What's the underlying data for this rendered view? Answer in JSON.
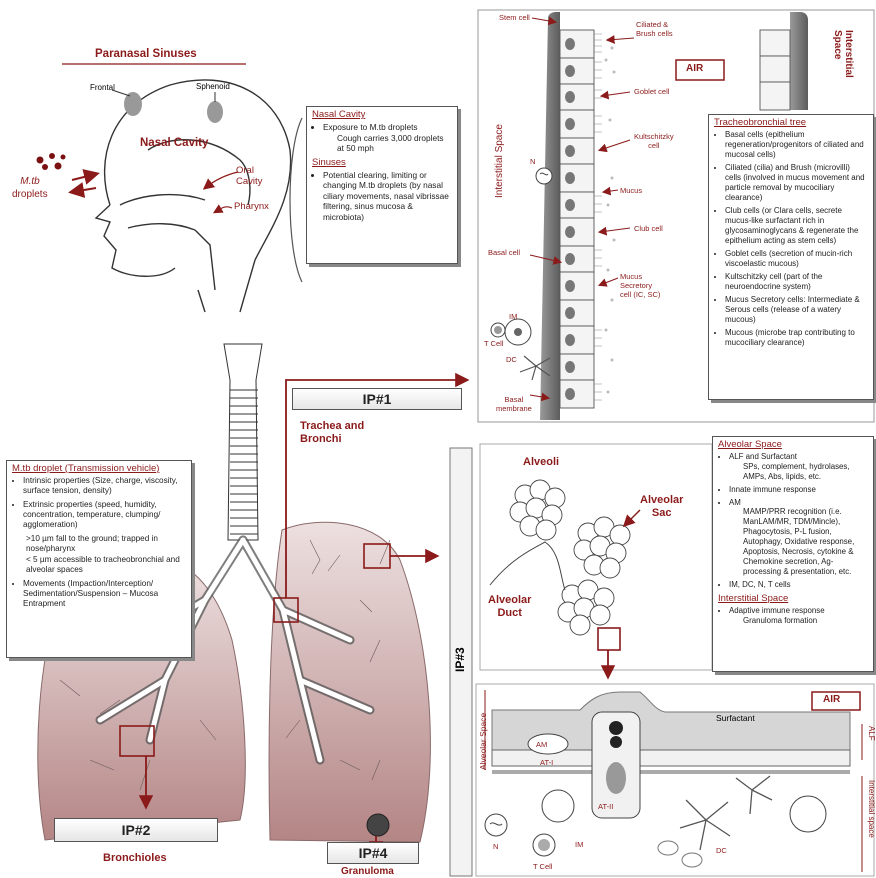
{
  "head": {
    "title": "Paranasal Sinuses",
    "frontal": "Frontal",
    "sphenoid": "Sphenoid",
    "nasal_cavity": "Nasal Cavity",
    "oral_cavity": "Oral\nCavity",
    "pharynx": "Pharynx",
    "mtb": "M.tb",
    "droplets": "droplets"
  },
  "nasal_box": {
    "title1": "Nasal Cavity",
    "item1": "Exposure to M.tb droplets",
    "item1b": "Cough carries 3,000 droplets at 50 mph",
    "title2": "Sinuses",
    "item2": "Potential clearing, limiting or changing M.tb droplets (by nasal ciliary movements, nasal vibrissae filtering, sinus mucosa & microbiota)"
  },
  "epithelium": {
    "stem_cell": "Stem cell",
    "ciliated": "Ciliated &\nBrush cells",
    "air": "AIR",
    "interstitial_left": "Interstitial Space",
    "interstitial_right": "Interstitial\nSpace",
    "goblet": "Goblet cell",
    "kultschitzky": "Kultschitzky\ncell",
    "n": "N",
    "mucus": "Mucus",
    "club": "Club cell",
    "basal": "Basal cell",
    "mucus_secretory": "Mucus\nSecretory\ncell (IC, SC)",
    "im": "IM",
    "tcell": "T Cell",
    "dc": "DC",
    "basal_membrane": "Basal\nmembrane"
  },
  "tracheo_box": {
    "title": "Tracheobronchial tree",
    "items": [
      "Basal cells (epithelium regeneration/progenitors of ciliated and mucosal cells)",
      "Ciliated (cilia) and Brush (microvilli) cells (involved in mucus movement and particle removal by mucociliary clearance)",
      "Club cells (or Clara cells, secrete mucus-like surfactant rich in glycosaminoglycans & regenerate the epithelium acting as stem cells)",
      "Goblet cells (secretion of mucin-rich viscoelastic mucous)",
      "Kultschitzky cell (part of the neuroendocrine system)",
      "Mucus Secretory cells: Intermediate & Serous cells (release of a watery mucous)",
      "Mucous (microbe trap contributing to mucociliary clearance)"
    ]
  },
  "ip1": "IP#1",
  "trachea": "Trachea and\nBronchi",
  "droplet_box": {
    "title": "M.tb droplet (Transmission vehicle)",
    "item1": "Intrinsic properties (Size, charge, viscosity, surface tension, density)",
    "item2": "Extrinsic properties (speed, humidity, concentration, temperature, clumping/ agglomeration)",
    "sub1": ">10 µm fall to the ground; trapped in nose/pharynx",
    "sub2": "< 5 µm accessible to tracheobronchial and alveolar spaces",
    "item3": "Movements (Impaction/Interception/ Sedimentation/Suspension – Mucosa Entrapment"
  },
  "alveoli": {
    "alveoli": "Alveoli",
    "sac": "Alveolar\nSac",
    "duct": "Alveolar\nDuct"
  },
  "ip3": "IP#3",
  "alveolar_box": {
    "title1": "Alveolar Space",
    "item1": "ALF and Surfactant",
    "item1b": "SPs, complement, hydrolases, AMPs, Abs, lipids, etc.",
    "item2": "Innate immune response",
    "item3": "AM",
    "item3b": "MAMP/PRR recognition (i.e. ManLAM/MR, TDM/Mincle), Phagocytosis, P-L fusion, Autophagy, Oxidative response, Apoptosis, Necrosis, cytokine & Chemokine secretion, Ag-processing & presentation, etc.",
    "item4": "IM, DC, N, T cells",
    "title2": "Interstitial Space",
    "item5": "Adaptive immune response",
    "item5b": "Granuloma formation"
  },
  "alv_detail": {
    "alveolar_space": "Alveolar Space",
    "air": "AIR",
    "surfactant": "Surfactant",
    "alf": "ALF",
    "interstitial": "Interstitial space",
    "am": "AM",
    "at1": "AT-I",
    "at2": "AT-II",
    "n": "N",
    "im": "IM",
    "dc": "DC",
    "tcell": "T Cell"
  },
  "ip2": "IP#2",
  "bronchioles": "Bronchioles",
  "ip4": "IP#4",
  "granuloma": "Granuloma",
  "colors": {
    "accent": "#8b1a1a",
    "lung": "#c9a3a3",
    "epithelium": "#6e6e6e"
  }
}
